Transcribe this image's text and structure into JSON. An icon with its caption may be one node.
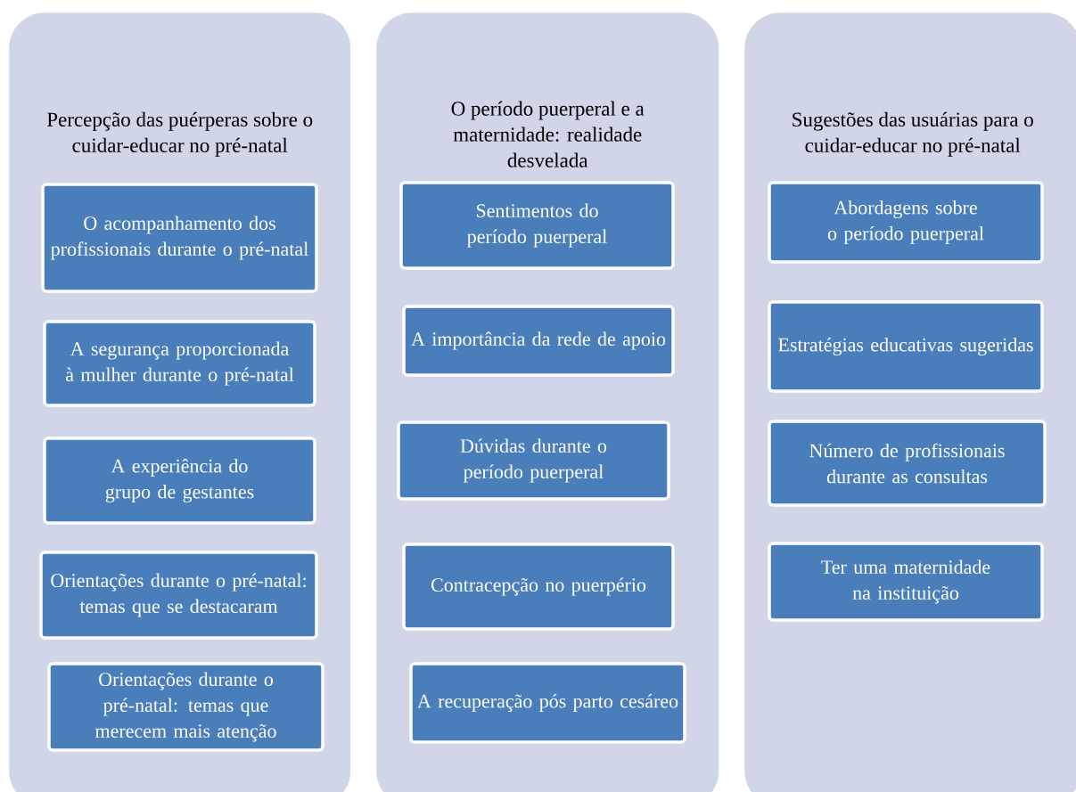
{
  "diagram": {
    "nodes": [
      {
        "text": [
          "Percepção das puérperas sobre o cuidar-educar no pré-natal"
        ]
      },
      {
        "text": [
          "O acompanhamento dos profissionais durante o pré-natal"
        ],
        "in": 0
      },
      {
        "text": [
          "A segurança proporcionada à mulher durante o pré-natal"
        ],
        "in": 0
      },
      {
        "text": [
          "A experiência do grupo de gestantes"
        ],
        "in": 0
      },
      {
        "text": [
          "Orientações durante o pré-natal: temas que se destacaram"
        ],
        "in": 0
      },
      {
        "text": [
          "Orientações durante o pré-natal: temas que merecem mais atenção"
        ],
        "in": 0
      },
      {
        "text": [
          "O período puerperal e a maternidade: realidade desvelada"
        ]
      },
      {
        "text": [
          "Sentimentos do período puerperal"
        ],
        "in": 6
      },
      {
        "text": [
          "A importância da rede de apoio"
        ],
        "in": 6
      },
      {
        "text": [
          "Dúvidas durante o período puerperal"
        ],
        "in": 6
      },
      {
        "text": [
          "Contracepção no puerpério"
        ],
        "in": 6
      },
      {
        "text": [
          "A recuperação pós parto cesáreo"
        ],
        "in": 6
      },
      {
        "text": [
          "Sugestões das usuárias para o cuidar-educar no pré-natal"
        ]
      },
      {
        "text": [
          "Abordagens sobre o período puerperal"
        ],
        "in": 12
      },
      {
        "text": [
          "Estratégias educativas sugeridas"
        ],
        "in": 12
      },
      {
        "text": [
          "Número de profissionais durante as consultas"
        ],
        "in": 12
      },
      {
        "text": [
          "Ter uma maternidade na instituição"
        ],
        "in": 12
      }
    ]
  }
}
